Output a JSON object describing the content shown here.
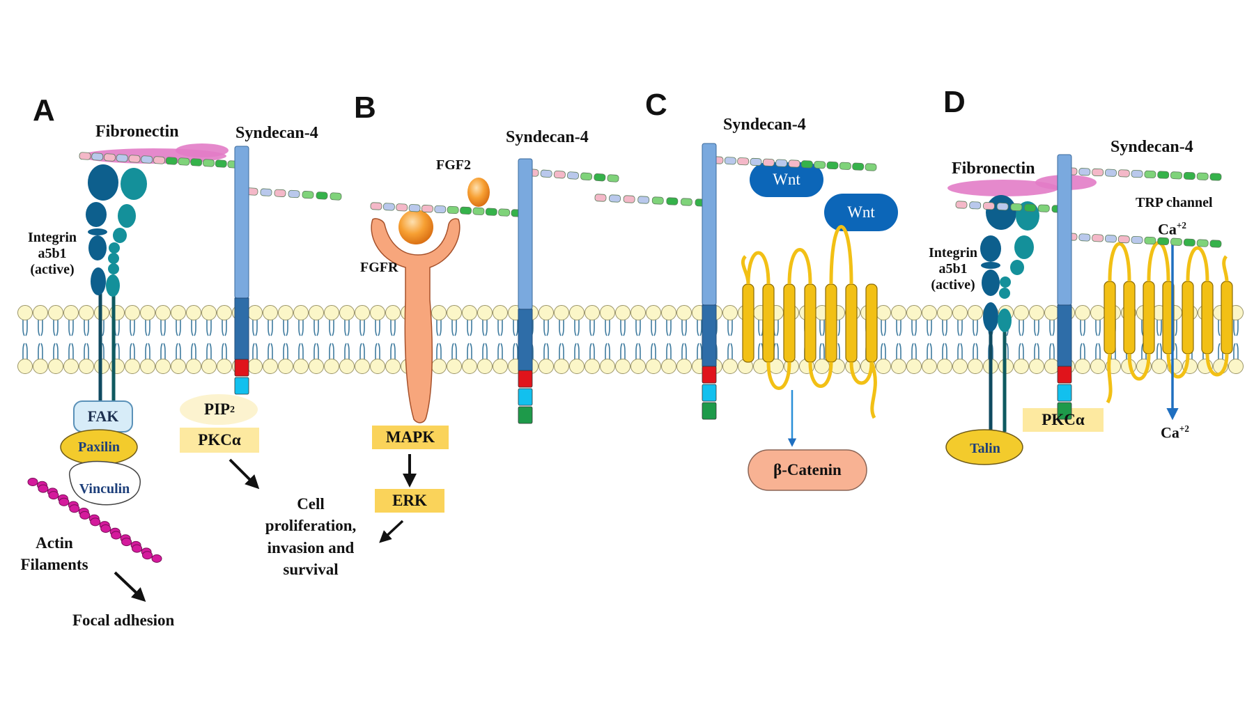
{
  "panels": [
    "A",
    "B",
    "C",
    "D"
  ],
  "panel_a": {
    "fibronectin": "Fibronectin",
    "syndecan": "Syndecan-4",
    "integrin": [
      "Integrin",
      "a5b1",
      "(active)"
    ],
    "fak": "FAK",
    "paxilin": "Paxilin",
    "vinculin": "Vinculin",
    "actin": [
      "Actin",
      "Filaments"
    ],
    "focal": "Focal adhesion",
    "pip2_base": "PIP",
    "pip2_sub": "2",
    "pkc": "PKCα"
  },
  "shared": {
    "outcome": [
      "Cell",
      "proliferation,",
      "invasion and",
      "survival"
    ]
  },
  "panel_b": {
    "syndecan": "Syndecan-4",
    "fgf2": "FGF2",
    "fgfr": "FGFR",
    "mapk": "MAPK",
    "erk": "ERK"
  },
  "panel_c": {
    "syndecan": "Syndecan-4",
    "wnt1": "Wnt",
    "wnt2": "Wnt",
    "catenin": "β-Catenin"
  },
  "panel_d": {
    "fibronectin": "Fibronectin",
    "syndecan": "Syndecan-4",
    "integrin": [
      "Integrin",
      "a5b1",
      "(active)"
    ],
    "trp": "TRP channel",
    "ca_base": "Ca",
    "ca_sup": "+2",
    "ca2_base": "Ca",
    "ca2_sup": "+2",
    "pkc": "PKCα",
    "talin": "Talin"
  },
  "colors": {
    "lipid_head": "#fbf6c8",
    "lipid_stroke": "#9a9468",
    "lipid_tail": "#3d7a9e",
    "syndecan_light": "#7aa9de",
    "syndecan_dark": "#2e6da8",
    "red": "#e0141b",
    "cyan": "#12c0ee",
    "green": "#1e9a4a",
    "integrin_dark": "#0d5f8d",
    "integrin_teal": "#14909a",
    "yellow_box": "#fde9a0",
    "wnt": "#0c66b8",
    "catenin": "#f8b293",
    "fgfr": "#f7a67c",
    "magenta": "#d41a9c",
    "fibronectin_pink": "#e27cc6",
    "gold": "#f2c015"
  },
  "icons": [
    "membrane-bilayer",
    "syndecan-core",
    "heparan-sulfate-chain",
    "integrin-dimer",
    "fgfr-receptor",
    "frizzled-7tm",
    "trp-channel",
    "arrow"
  ]
}
